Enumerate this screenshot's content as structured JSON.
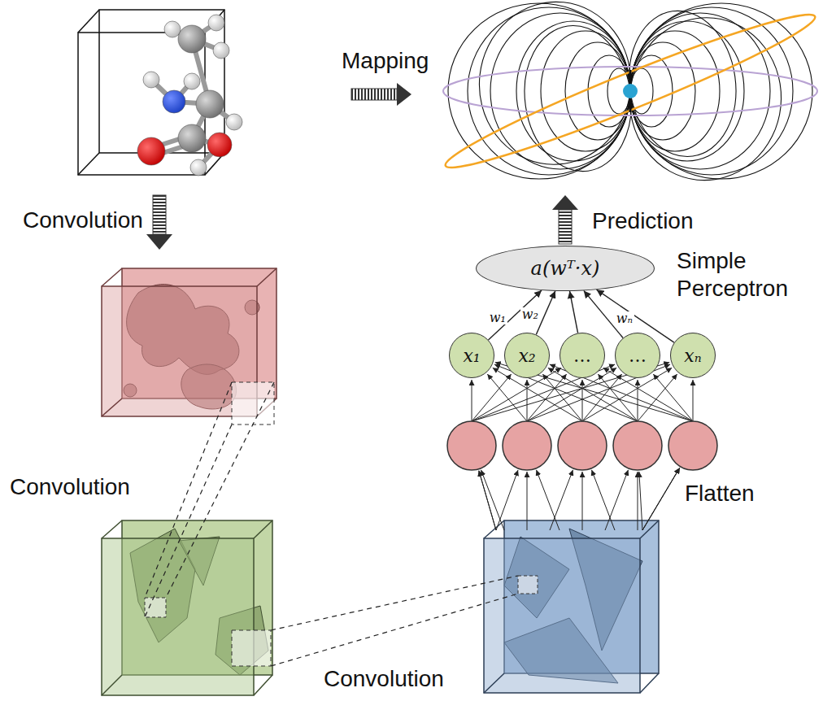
{
  "diagram": {
    "nodes": [
      {
        "text": [
          "a(wᵀ·x)"
        ]
      },
      {
        "text": [
          "x₁"
        ]
      },
      {
        "text": [
          "x₂"
        ]
      },
      {
        "text": [
          "…"
        ]
      },
      {
        "text": [
          "…"
        ]
      },
      {
        "text": [
          "xₙ"
        ]
      }
    ],
    "edges": [
      {
        "from": 1,
        "to": 0,
        "arrow": "to",
        "label": "w₁"
      },
      {
        "from": 2,
        "to": 0,
        "arrow": "to",
        "label": "w₂"
      },
      {
        "from": 3,
        "to": 0,
        "arrow": "to"
      },
      {
        "from": 4,
        "to": 0,
        "arrow": "to"
      },
      {
        "from": 5,
        "to": 0,
        "arrow": "to",
        "label": "wₙ"
      }
    ],
    "labels": [
      "Mapping",
      "Convolution",
      "Prediction",
      "Simple Perceptron",
      "Convolution",
      "Flatten",
      "Convolution"
    ]
  }
}
